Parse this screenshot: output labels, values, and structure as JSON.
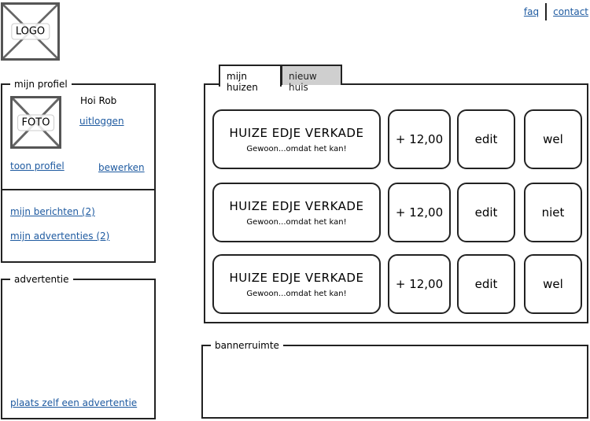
{
  "logo": {
    "label": "LOGO"
  },
  "top_links": [
    {
      "label": "faq"
    },
    {
      "label": "contact"
    }
  ],
  "profile": {
    "legend": "mijn profiel",
    "photo_label": "FOTO",
    "greeting": "Hoi Rob",
    "logout": "uitloggen",
    "show_profile": "toon profiel",
    "edit_profile": "bewerken"
  },
  "messages": {
    "my_messages": "mijn berichten (2)",
    "my_ads": "mijn advertenties (2)"
  },
  "advert": {
    "legend": "advertentie",
    "place_ad": "plaats zelf een advertentie"
  },
  "tabs": [
    {
      "label": "mijn huizen",
      "active": true
    },
    {
      "label": "nieuw huis",
      "active": false
    }
  ],
  "houses": [
    {
      "name": "HUIZE EDJE VERKADE",
      "tagline": "Gewoon...omdat het kan!",
      "price": "+ 12,00",
      "edit": "edit",
      "status": "wel"
    },
    {
      "name": "HUIZE EDJE VERKADE",
      "tagline": "Gewoon...omdat het kan!",
      "price": "+ 12,00",
      "edit": "edit",
      "status": "niet"
    },
    {
      "name": "HUIZE EDJE VERKADE",
      "tagline": "Gewoon...omdat het kan!",
      "price": "+ 12,00",
      "edit": "edit",
      "status": "wel"
    }
  ],
  "banner": {
    "legend": "bannerruimte"
  },
  "colors": {
    "link": "#1e5aa0",
    "border": "#222222",
    "inactive_tab": "#cfcfcf"
  }
}
